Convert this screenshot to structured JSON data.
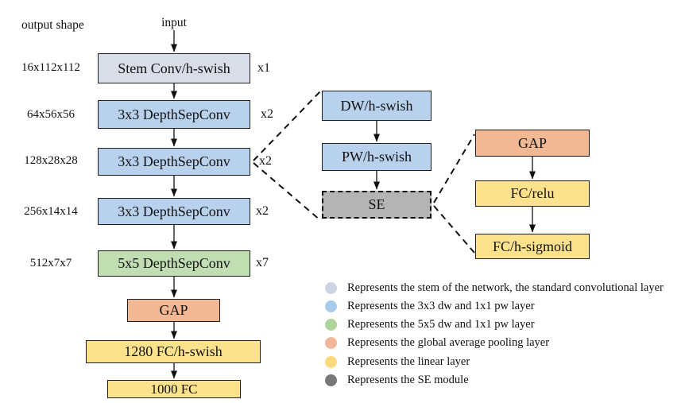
{
  "diagram": {
    "output_shape_label": "output shape",
    "input_label": "input",
    "main_flow": [
      {
        "shape": "16x112x112",
        "label": "Stem Conv/h-swish",
        "mult": "x1",
        "type": "stem"
      },
      {
        "shape": "64x56x56",
        "label": "3x3 DepthSepConv",
        "mult": "x2",
        "type": "dw3"
      },
      {
        "shape": "128x28x28",
        "label": "3x3 DepthSepConv",
        "mult": "x2",
        "type": "dw3"
      },
      {
        "shape": "256x14x14",
        "label": "3x3 DepthSepConv",
        "mult": "x2",
        "type": "dw3"
      },
      {
        "shape": "512x7x7",
        "label": "5x5 DepthSepConv",
        "mult": "x7",
        "type": "dw5"
      },
      {
        "label": "GAP",
        "type": "gap"
      },
      {
        "label": "1280 FC/h-swish",
        "type": "linear"
      },
      {
        "label": "1000 FC",
        "type": "linear"
      }
    ],
    "depthsep_detail": [
      {
        "label": "DW/h-swish",
        "type": "dw3"
      },
      {
        "label": "PW/h-swish",
        "type": "dw3"
      },
      {
        "label": "SE",
        "type": "se"
      }
    ],
    "se_detail": [
      {
        "label": "GAP",
        "type": "gap"
      },
      {
        "label": "FC/relu",
        "type": "linear"
      },
      {
        "label": "FC/h-sigmoid",
        "type": "linear"
      }
    ],
    "legend": [
      {
        "color": "#cdd5e5",
        "text": "Represents the stem of the network, the standard convolutional layer"
      },
      {
        "color": "#a9cbec",
        "text": "Represents the 3x3 dw and 1x1 pw layer"
      },
      {
        "color": "#abd59b",
        "text": "Represents the 5x5 dw and 1x1 pw layer"
      },
      {
        "color": "#f2b79a",
        "text": "Represents the global average pooling layer"
      },
      {
        "color": "#fcd97c",
        "text": "Represents the linear layer"
      },
      {
        "color": "#777777",
        "text": "Represents the SE module"
      }
    ],
    "colors": {
      "stem_box": "#d9dde8",
      "dw_pw_3x3_box": "#b8d1ec",
      "dw_pw_5x5_box": "#c1deb3",
      "gap_box": "#f2b893",
      "linear_box": "#fce28c",
      "se_box": "#b4b4b4",
      "border": "#1f1f1f"
    }
  }
}
